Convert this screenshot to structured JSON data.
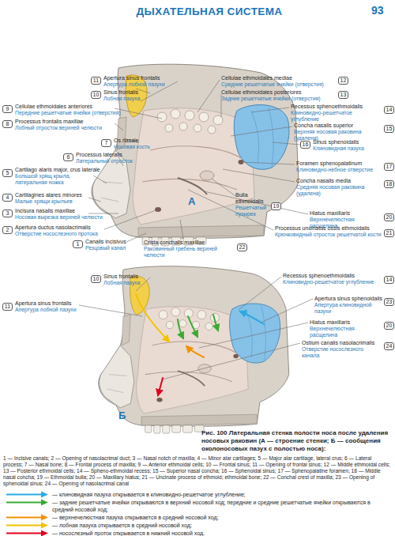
{
  "diagram": {
    "title": "ДЫХАТЕЛЬНАЯ СИСТЕМА",
    "caption": "Рис. 100 Латеральная стенка полости носа после удаления носовых раковин (А — строение стенки; Б — сообщения околоносовых пазух с полостью носа):",
    "nodes": [
      {
        "text": [
          "11"
        ]
      },
      {
        "text": [
          "10"
        ]
      },
      {
        "text": [
          "9"
        ]
      },
      {
        "text": [
          "8"
        ]
      },
      {
        "text": [
          "7"
        ]
      },
      {
        "text": [
          "6"
        ]
      },
      {
        "text": [
          "5"
        ]
      },
      {
        "text": [
          "4"
        ]
      },
      {
        "text": [
          "3"
        ]
      },
      {
        "text": [
          "2"
        ]
      },
      {
        "text": [
          "1"
        ]
      },
      {
        "text": [
          "12"
        ]
      },
      {
        "text": [
          "13"
        ]
      },
      {
        "text": [
          "14"
        ]
      },
      {
        "text": [
          "15"
        ]
      },
      {
        "text": [
          "16"
        ]
      },
      {
        "text": [
          "17"
        ]
      },
      {
        "text": [
          "18"
        ]
      },
      {
        "text": [
          "19"
        ]
      },
      {
        "text": [
          "20"
        ]
      },
      {
        "text": [
          "21"
        ]
      },
      {
        "text": [
          "22"
        ]
      },
      {
        "text": [
          "10"
        ]
      },
      {
        "text": [
          "11"
        ]
      },
      {
        "text": [
          "14"
        ]
      },
      {
        "text": [
          "23"
        ]
      },
      {
        "text": [
          "20"
        ]
      },
      {
        "text": [
          "24"
        ]
      }
    ],
    "labels": [
      "93",
      "Apertura sinus frontalis",
      "Апертура лобной пазухи",
      "Sinus frontalis",
      "Лобная пазуха",
      "Cellulae ethmoidales anteriores",
      "Передние решетчатые ячейки (отверстия)",
      "Processus frontalis maxillae",
      "Лобный отросток верхней челюсти",
      "Os nasale",
      "Носовая кость",
      "Processus lateralis",
      "Латеральный отросток",
      "Cartilago alaris major, crus laterale",
      "Большой хрящ крыла, латеральная ножка",
      "Cartilagines alares minores",
      "Малые хрящи крыльев",
      "Incisura nasalis maxillae",
      "Носовая вырезка верхней челюсти",
      "Apertura ductus nasolacrimalis",
      "Отверстие носослезного протока",
      "Canalis incisivus",
      "Резцовый канал",
      "Cellulae ethmoidales mediae",
      "Средние решетчатые ячейки (отверстия)",
      "Cellulae ethmoidales posteriores",
      "Задние решетчатые ячейки (отверстия)",
      "Recessus sphenoethmoidalis",
      "Клиновидно-решетчатое углубление",
      "Concha nasalis superior",
      "Верхняя носовая раковина (удалена)",
      "Sinus sphenoidalis",
      "Клиновидная пазуха",
      "Foramen sphenopalatinum",
      "Клиновидно-небное отверстие",
      "Concha nasalis media",
      "Средняя носовая раковина (удалена)",
      "Bulla ethmoidalis",
      "Решетчатый пузырек",
      "Hiatus maxillaris",
      "Верхнечелюстная расщелина",
      "Processus uncinatus ossis ethmoidalis",
      "Крючковидный отросток решетчатой кости",
      "Crista conchalis maxillae",
      "Раковинный гребень верхней челюсти",
      "Sinus frontalis",
      "Лобная пазуха",
      "Apertura sinus frontalis",
      "Апертура лобной пазухи",
      "Recessus sphenoethmoidalis",
      "Клиновидно-решетчатое углубление",
      "Apertura sinus sphenoidalis",
      "Апертура клиновидной пазухи",
      "Hiatus maxillaris",
      "Верхнечелюстная расщелина",
      "Ostium canalis nasolacrimalis",
      "Отверстие носослезного канала",
      "А",
      "Б",
      "1 — Incisive canals; 2 — Opening of nasolacrimal duct; 3 — Nasal notch of maxilla; 4 — Minor alar cartilages; 5 — Major alar cartilage, lateral crus; 6 — Lateral process; 7 — Nasal bone; 8 — Frontal process of maxilla; 9 — Anterior ethmoidal cells; 10 — Frontal sinus; 11 — Opening of frontal sinus; 12 — Middle ethmoidal cells; 13 — Posterior ethmoidal cells; 14 — Spheno-ethmoidal recess; 15 — Superior nasal concha; 16 — Sphenoidal sinus; 17 — Sphenopalatine foramen; 18 — Middle nasal concha; 19 — Ethmoidal bulla; 20 — Maxillary hiatus; 21 — Uncinate process of ethmoid; ethmoidal bone; 22 — Conchal crest of maxilla; 23 — Opening of sphenoidal sinus; 24 — Opening of nasolacrimal canal"
    ],
    "legend": [
      {
        "text": "— клиновидная пазуха открывается в клиновидно-решетчатое углубление;"
      },
      {
        "text": "— задние решетчатые ячейки открываются в верхний носовой ход; передние и средние решетчатые ячейки открываются в средний носовой ход;"
      },
      {
        "text": "— верхнечелюстная пазуха открывается в средний носовой ход;"
      },
      {
        "text": "— лобная пазуха открывается в средний носовой ход;"
      },
      {
        "text": "— носослезный проток открывается в нижний носовой ход."
      }
    ]
  }
}
